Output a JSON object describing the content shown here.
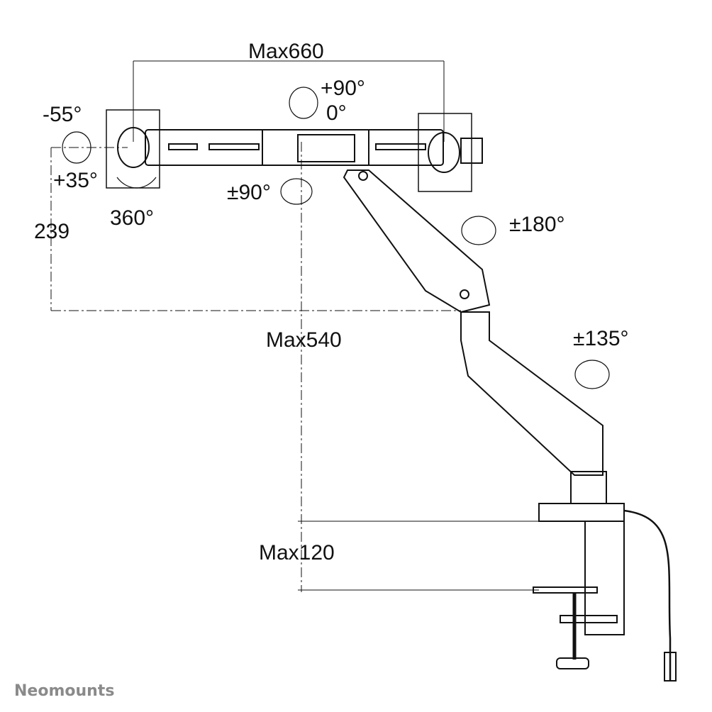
{
  "dimensions": {
    "width_span": "Max660",
    "height_offset": "239",
    "reach": "Max540",
    "clamp_thickness": "Max120"
  },
  "rotations": {
    "tilt_up": "-55°",
    "tilt_down": "+35°",
    "rotate": "360°",
    "swivel_top_plus": "+90°",
    "swivel_top_zero": "0°",
    "bar_rotate": "±90°",
    "upper_arm": "±180°",
    "lower_arm": "±135°"
  },
  "brand": {
    "name": "Neomounts",
    "color": "#8a8a8a"
  }
}
